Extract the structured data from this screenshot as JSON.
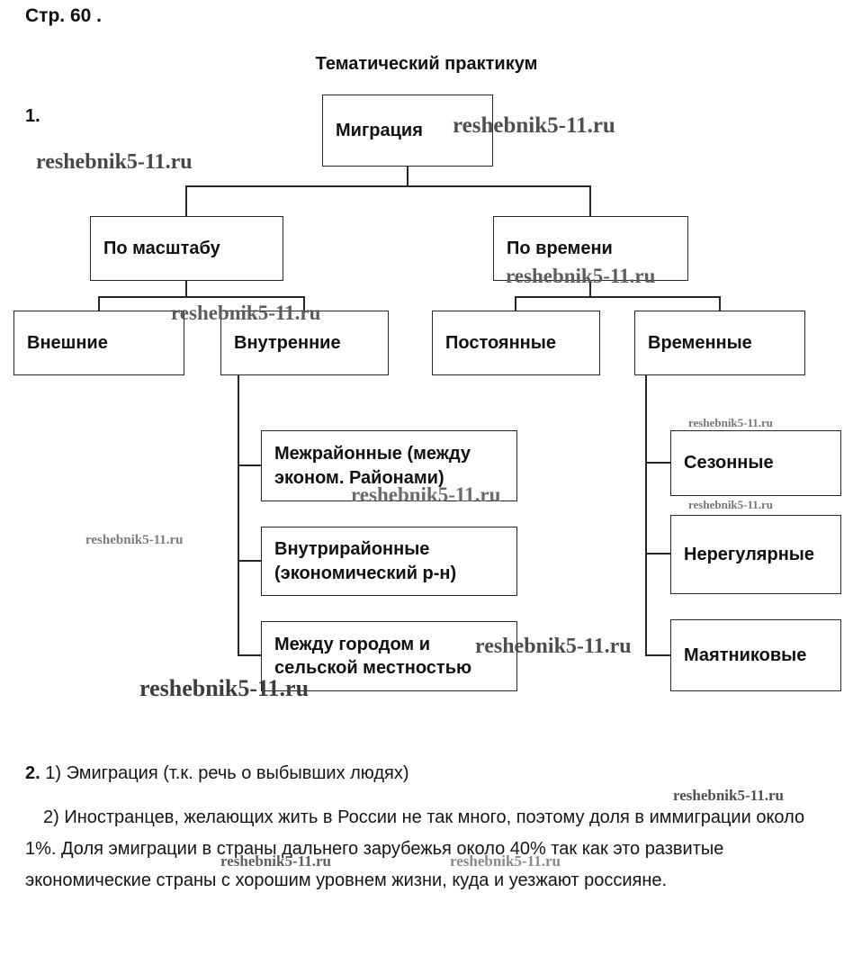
{
  "page": {
    "page_label": "Стр. 60 .",
    "title": "Тематический практикум",
    "section1_label": "1."
  },
  "watermark": "reshebnik5-11.ru",
  "diagram": {
    "root": "Миграция",
    "scale": "По масштабу",
    "time": "По времени",
    "external": "Внешние",
    "internal": "Внутренние",
    "permanent": "Постоянные",
    "temporary": "Временные",
    "interregional": "Межрайонные (между эконом. Районами)",
    "intraregional": "Внутрирайонные (экономический р-н)",
    "city_rural": "Между городом и сельской местностью",
    "seasonal": "Сезонные",
    "irregular": "Нерегулярные",
    "pendulum": "Маятниковые"
  },
  "answers": {
    "number": "2.",
    "item1": "1) Эмиграция (т.к. речь о выбывших людях)",
    "item2": "2) Иностранцев, желающих жить в России не так много, поэтому доля в иммиграции около 1%. Доля эмиграции в страны дальнего зарубежья около 40% так как это развитые экономические страны с хорошим уровнем жизни, куда и уезжают россияне."
  }
}
